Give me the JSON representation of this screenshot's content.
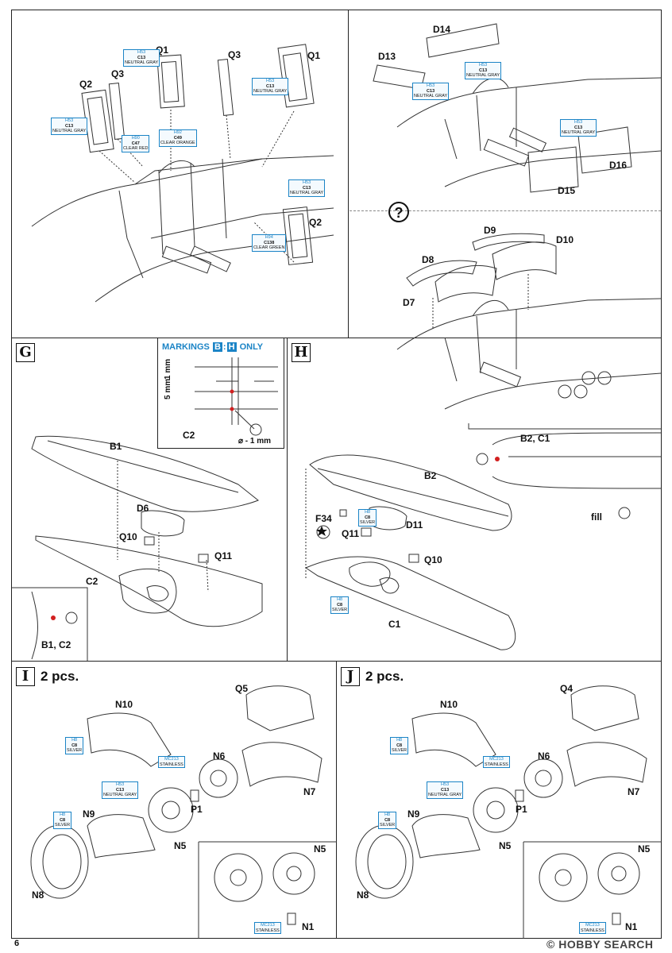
{
  "top_left": {
    "labels": {
      "q1a": "Q1",
      "q1b": "Q1",
      "q2a": "Q2",
      "q2b": "Q2",
      "q3a": "Q3",
      "q3b": "Q3"
    },
    "callouts": [
      {
        "code": "H53",
        "num": "C13",
        "name": "NEUTRAL GRAY"
      },
      {
        "code": "H53",
        "num": "C13",
        "name": "NEUTRAL GRAY"
      },
      {
        "code": "H53",
        "num": "C13",
        "name": "NEUTRAL GRAY"
      },
      {
        "code": "H90",
        "num": "C47",
        "name": "CLEAR RED"
      },
      {
        "code": "H92",
        "num": "C49",
        "name": "CLEAR ORANGE"
      },
      {
        "code": "H53",
        "num": "C13",
        "name": "NEUTRAL GRAY"
      },
      {
        "code": "H94",
        "num": "C138",
        "name": "CLEAR GREEN"
      }
    ]
  },
  "top_right": {
    "labels": {
      "d13": "D13",
      "d14": "D14",
      "d15": "D15",
      "d16": "D16",
      "d7": "D7",
      "d8": "D8",
      "d9": "D9",
      "d10": "D10"
    },
    "question": "?",
    "callouts": [
      {
        "code": "H53",
        "num": "C13",
        "name": "NEUTRAL GRAY"
      },
      {
        "code": "H53",
        "num": "C13",
        "name": "NEUTRAL GRAY"
      },
      {
        "code": "H53",
        "num": "C13",
        "name": "NEUTRAL GRAY"
      }
    ]
  },
  "step_g": {
    "letter": "G",
    "markings_prefix": "MARKINGS",
    "markings_b": "B",
    "markings_h": "H",
    "markings_suffix": "ONLY",
    "dim_5mm": "5 mm",
    "dim_1mm": "1 mm",
    "drill": "⌀ - 1 mm",
    "c2_detail": "C2",
    "labels": {
      "b1": "B1",
      "d6": "D6",
      "q10": "Q10",
      "q11": "Q11",
      "c2": "C2",
      "b1c2": "B1, C2"
    }
  },
  "step_h": {
    "letter": "H",
    "labels": {
      "b2": "B2",
      "f34": "F34",
      "q11": "Q11",
      "d11": "D11",
      "q10": "Q10",
      "c1": "C1",
      "b2c1": "B2, C1",
      "fill": "fill"
    },
    "callouts": [
      {
        "code": "H8",
        "num": "C8",
        "name": "SILVER"
      },
      {
        "code": "H8",
        "num": "C8",
        "name": "SILVER"
      }
    ]
  },
  "step_i": {
    "letter": "I",
    "pcs": "2 pcs.",
    "labels": {
      "n10": "N10",
      "q5": "Q5",
      "n6": "N6",
      "n7": "N7",
      "p1": "P1",
      "n9": "N9",
      "n5a": "N5",
      "n8": "N8",
      "n5b": "N5",
      "n1": "N1"
    },
    "callouts": [
      {
        "code": "H8",
        "num": "C8",
        "name": "SILVER"
      },
      {
        "code": "MC213",
        "num": "",
        "name": "STAINLESS"
      },
      {
        "code": "H53",
        "num": "C13",
        "name": "NEUTRAL GRAY"
      },
      {
        "code": "H8",
        "num": "C8",
        "name": "SILVER"
      },
      {
        "code": "MC213",
        "num": "",
        "name": "STAINLESS"
      }
    ]
  },
  "step_j": {
    "letter": "J",
    "pcs": "2 pcs.",
    "labels": {
      "n10": "N10",
      "q4": "Q4",
      "n6": "N6",
      "n7": "N7",
      "p1": "P1",
      "n9": "N9",
      "n5a": "N5",
      "n8": "N8",
      "n5b": "N5",
      "n1": "N1"
    },
    "callouts": [
      {
        "code": "H8",
        "num": "C8",
        "name": "SILVER"
      },
      {
        "code": "MC213",
        "num": "",
        "name": "STAINLESS"
      },
      {
        "code": "H53",
        "num": "C13",
        "name": "NEUTRAL GRAY"
      },
      {
        "code": "H8",
        "num": "C8",
        "name": "SILVER"
      },
      {
        "code": "MC213",
        "num": "",
        "name": "STAINLESS"
      }
    ]
  },
  "footer": {
    "page": "6",
    "watermark": "© HOBBY SEARCH"
  },
  "colors": {
    "accent": "#1b84c6",
    "mark": "#d22020",
    "line": "#222222"
  }
}
